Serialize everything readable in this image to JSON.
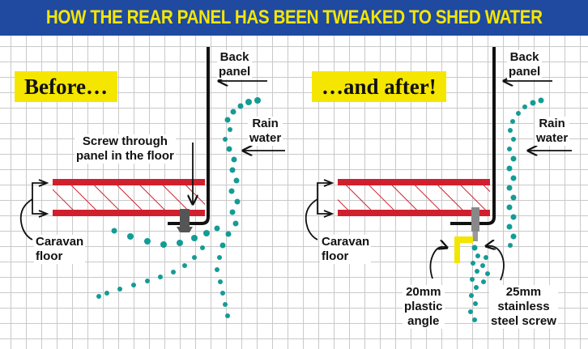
{
  "title": "HOW THE REAR PANEL HAS BEEN TWEAKED TO SHED WATER",
  "before": {
    "badge": "Before…",
    "back_panel": [
      "Back",
      "panel"
    ],
    "rain_water": [
      "Rain",
      "water"
    ],
    "screw_note": [
      "Screw through",
      "panel in the floor"
    ],
    "floor": [
      "Caravan",
      "floor"
    ]
  },
  "after": {
    "badge": "…and after!",
    "back_panel": [
      "Back",
      "panel"
    ],
    "rain_water": [
      "Rain",
      "water"
    ],
    "floor": [
      "Caravan",
      "floor"
    ],
    "angle": [
      "20mm",
      "plastic",
      "angle"
    ],
    "screw": [
      "25mm",
      "stainless",
      "steel screw"
    ]
  },
  "colors": {
    "banner": "#1f4aa0",
    "title_text": "#f5e600",
    "badge": "#f5e600",
    "floor": "#d0202e",
    "water": "#139c95",
    "angle": "#f2e600",
    "screw": "#888888"
  }
}
